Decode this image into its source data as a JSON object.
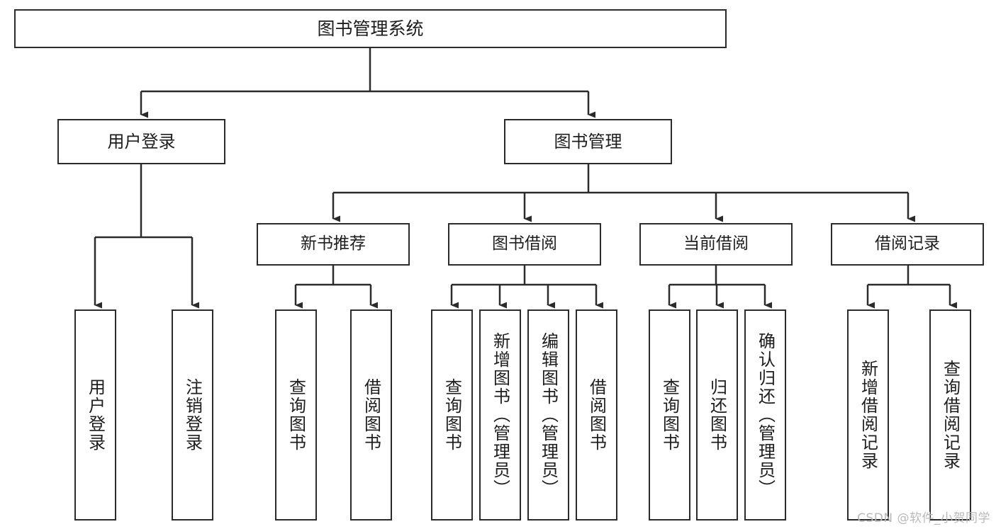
{
  "diagram": {
    "title": "图书管理系统",
    "type": "tree-hierarchy-chart",
    "stroke_color": "#2b2b2b",
    "fill_color": "#ffffff",
    "text_color": "#1d1d1d"
  },
  "nodes": {
    "root": {
      "label": "图书管理系统"
    },
    "level2": [
      {
        "label": "用户登录"
      },
      {
        "label": "图书管理"
      }
    ],
    "level3": [
      {
        "label": "新书推荐"
      },
      {
        "label": "图书借阅"
      },
      {
        "label": "当前借阅"
      },
      {
        "label": "借阅记录"
      }
    ],
    "leaves": [
      {
        "label": "用户登录"
      },
      {
        "label": "注销登录"
      },
      {
        "label": "查询图书"
      },
      {
        "label": "借阅图书"
      },
      {
        "label": "查询图书"
      },
      {
        "label": "新增图书（管理员）"
      },
      {
        "label": "编辑图书（管理员）"
      },
      {
        "label": "借阅图书"
      },
      {
        "label": "查询图书"
      },
      {
        "label": "归还图书"
      },
      {
        "label": "确认归还（管理员）"
      },
      {
        "label": "新增借阅记录"
      },
      {
        "label": "查询借阅记录"
      }
    ]
  },
  "watermark": {
    "text": "CSDN @软件_小贺同学"
  }
}
